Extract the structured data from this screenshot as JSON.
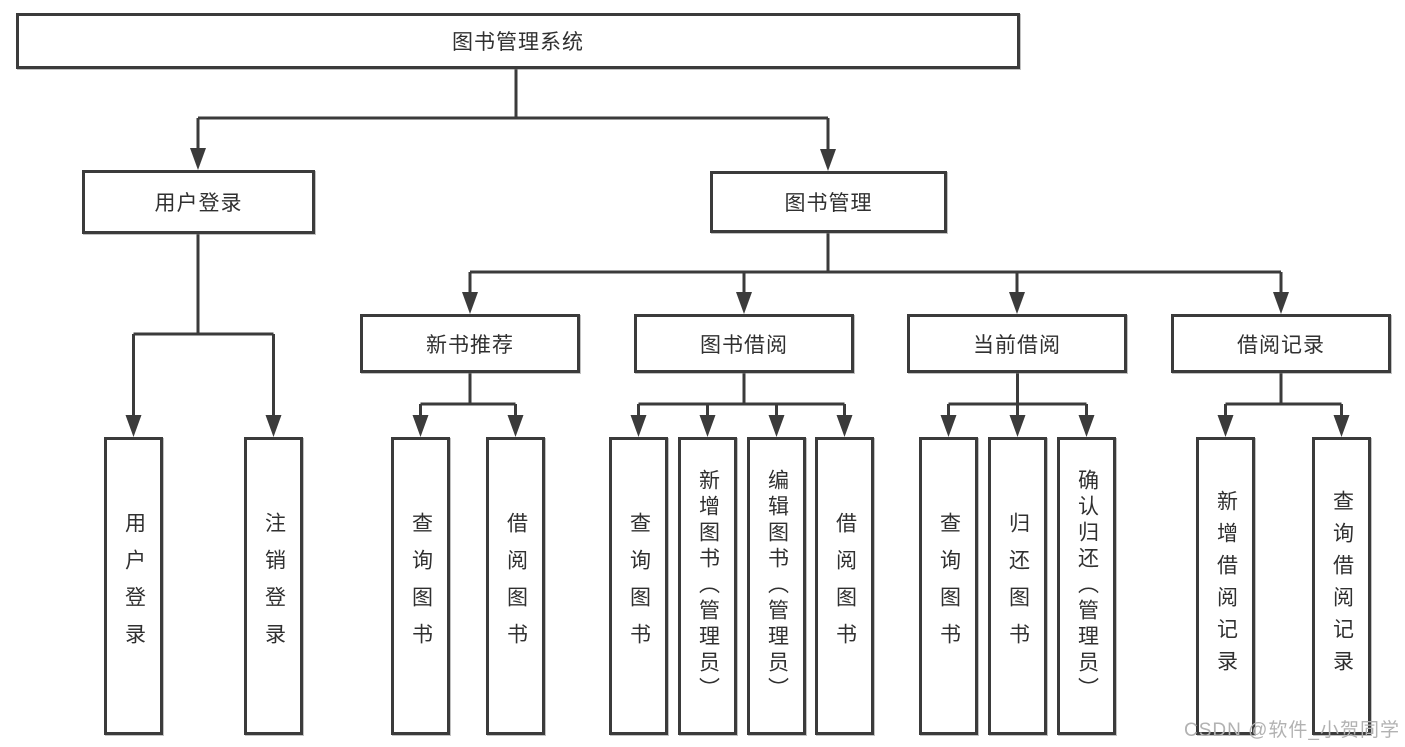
{
  "diagram": {
    "title_node": "图书管理系统",
    "level2": {
      "user_login": "用户登录",
      "book_management": "图书管理"
    },
    "level3": {
      "new_book_recommend": "新书推荐",
      "book_borrow": "图书借阅",
      "current_borrow": "当前借阅",
      "borrow_records": "借阅记录"
    },
    "leaves": {
      "user_login_leaf": "用户登录",
      "logout_leaf": "注销登录",
      "nb_query_books": "查询图书",
      "nb_borrow_books": "借阅图书",
      "bb_query_books": "查询图书",
      "bb_add_books_admin": "新增图书（管理员）",
      "bb_edit_books_admin": "编辑图书（管理员）",
      "bb_borrow_books": "借阅图书",
      "cb_query_books": "查询图书",
      "cb_return_books": "归还图书",
      "cb_confirm_return_admin": "确认归还（管理员）",
      "br_add_record": "新增借阅记录",
      "br_query_record": "查询借阅记录"
    }
  },
  "watermark": "CSDN @软件_小贺同学",
  "colors": {
    "line": "#3b3b3b",
    "box_border": "#3b3b3b",
    "text": "#303030",
    "watermark_text": "#b2b2b2",
    "background": "#ffffff"
  }
}
